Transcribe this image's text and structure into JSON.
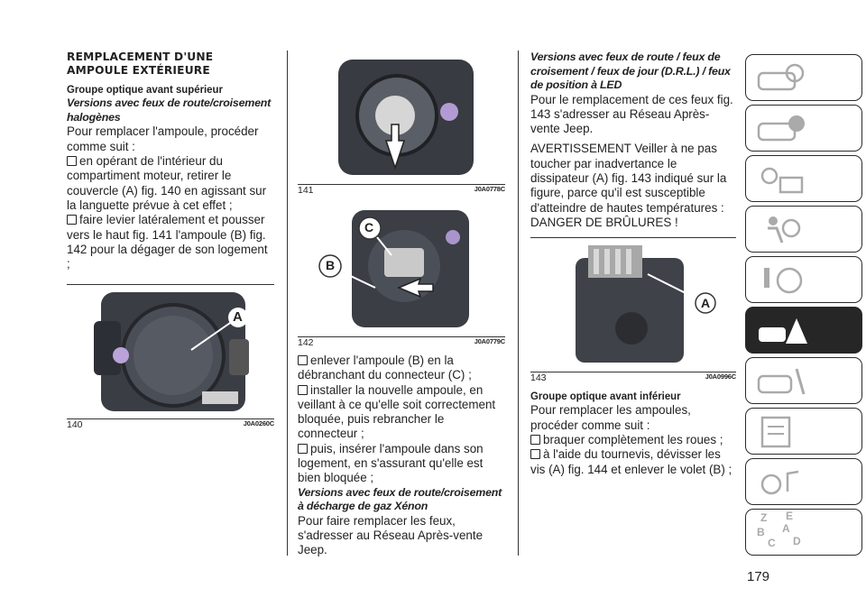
{
  "column1": {
    "section_title_line1": "REMPLACEMENT D'UNE",
    "section_title_line2": "AMPOULE EXTÉRIEURE",
    "subheading": "Groupe optique avant supérieur",
    "italic_heading": "Versions avec feux de route/croisement halogènes",
    "intro": "Pour remplacer l'ampoule, procéder comme suit :",
    "bullets": [
      "en opérant de l'intérieur du compartiment moteur, retirer le couvercle (A) fig. 140 en agissant sur la languette prévue à cet effet ;",
      "faire levier latéralement et pousser vers le haut fig. 141 l'ampoule (B) fig. 142 pour la dégager de son logement ;"
    ],
    "figure": {
      "number": "140",
      "code": "J0A0260C",
      "label": "A"
    }
  },
  "column2": {
    "figure1": {
      "number": "141",
      "code": "J0A0778C"
    },
    "figure2": {
      "number": "142",
      "code": "J0A0779C",
      "label_b": "B",
      "label_c": "C"
    },
    "bullets": [
      "enlever l'ampoule (B) en la débranchant du connecteur (C) ;",
      "installer la nouvelle ampoule, en veillant à ce qu'elle soit correctement bloquée, puis rebrancher le connecteur ;",
      "puis, insérer l'ampoule dans son logement, en s'assurant qu'elle est bien bloquée ;"
    ],
    "italic_heading": "Versions avec feux de route/croisement à décharge de gaz Xénon",
    "text": "Pour faire remplacer les feux, s'adresser au Réseau Après-vente Jeep."
  },
  "column3": {
    "italic_heading": "Versions avec feux de route / feux de croisement / feux de jour (D.R.L.) / feux de position à LED",
    "text1": "Pour le remplacement de ces feux fig. 143 s'adresser au Réseau Après-vente Jeep.",
    "warning": "AVERTISSEMENT Veiller à ne pas toucher par inadvertance le dissipateur (A) fig. 143 indiqué sur la figure, parce qu'il est susceptible d'atteindre de hautes températures : DANGER DE BRÛLURES !",
    "figure": {
      "number": "143",
      "code": "J0A0996C",
      "label": "A"
    },
    "subheading": "Groupe optique avant inférieur",
    "intro": "Pour remplacer les ampoules, procéder comme suit :",
    "bullets": [
      "braquer complètement les roues ;",
      "à l'aide du tournevis, dévisser les vis (A) fig. 144 et enlever le volet (B) ;"
    ]
  },
  "page_number": "179",
  "side_tabs": {
    "icons": [
      "car-dashboard-icon",
      "car-info-icon",
      "warning-lights-icon",
      "airbag-seat-icon",
      "steering-wheel-icon",
      "emergency-car-icon",
      "maintenance-car-icon",
      "specifications-icon",
      "multimedia-icon",
      "index-letters-icon"
    ],
    "index_letters": [
      "Z",
      "E",
      "B",
      "A",
      "C",
      "D"
    ],
    "active_index": 5
  },
  "colors": {
    "text": "#222222",
    "tab_border": "#2a2a2a",
    "tab_active": "#262626"
  }
}
